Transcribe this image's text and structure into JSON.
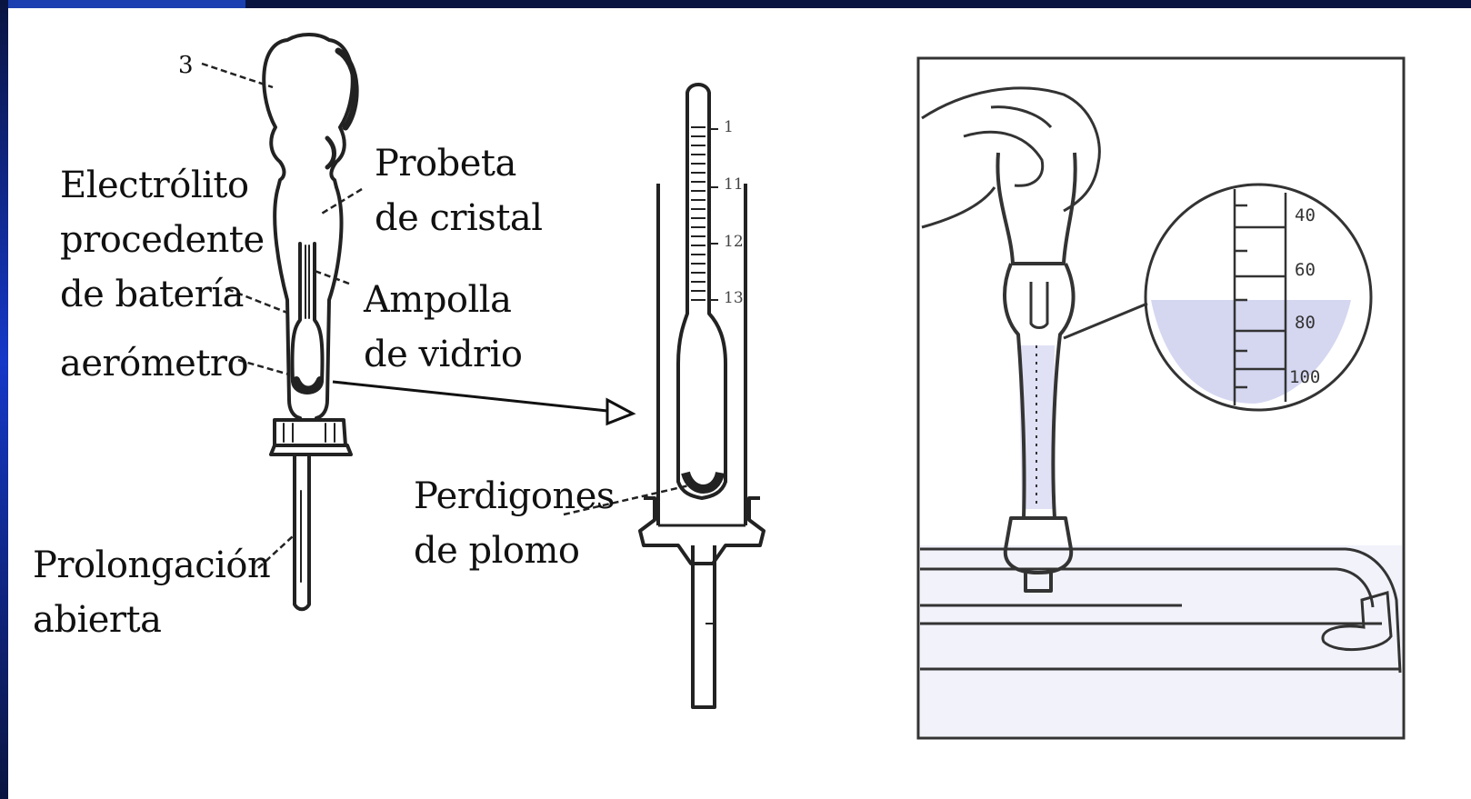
{
  "labels": {
    "part_number": "3",
    "probeta": "Probeta",
    "probeta_2": "de cristal",
    "electrolito": "Electrólito",
    "electrolito_2": "procedente",
    "electrolito_3": "de batería",
    "aerometro": "aerómetro",
    "ampolla": "Ampolla",
    "ampolla_2": "de vidrio",
    "prolongacion": "Prolongación",
    "prolongacion_2": "abierta",
    "perdigones": "Perdigones",
    "perdigones_2": "de plomo"
  },
  "scale_ticks": [
    "1",
    "11",
    "12",
    "13"
  ],
  "zoom_scale": [
    "40",
    "60",
    "80",
    "100"
  ],
  "colors": {
    "frame_dark": "#0a1440",
    "frame_blue": "#1538c8",
    "ink": "#111111",
    "shading": "#b9bde8"
  }
}
